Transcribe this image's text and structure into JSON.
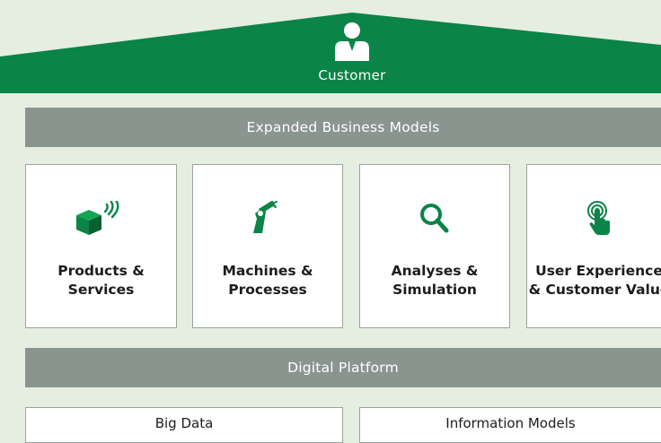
{
  "colors": {
    "green": "#0a8447",
    "band_gray": "#8a9590",
    "background": "#e6ede1"
  },
  "roof": {
    "label": "Customer",
    "icon": "person-icon"
  },
  "bands": {
    "top": "Expanded Business Models",
    "bottom": "Digital Platform"
  },
  "cards": [
    {
      "label": "Products &\nServices",
      "icon": "connected-box-icon"
    },
    {
      "label": "Machines &\nProcesses",
      "icon": "robot-arm-icon"
    },
    {
      "label": "Analyses &\nSimulation",
      "icon": "magnifier-icon"
    },
    {
      "label": "User Experience\n& Customer Value",
      "icon": "touch-finger-icon"
    }
  ],
  "bottom": {
    "left": "Big Data",
    "right": "Information Models"
  }
}
